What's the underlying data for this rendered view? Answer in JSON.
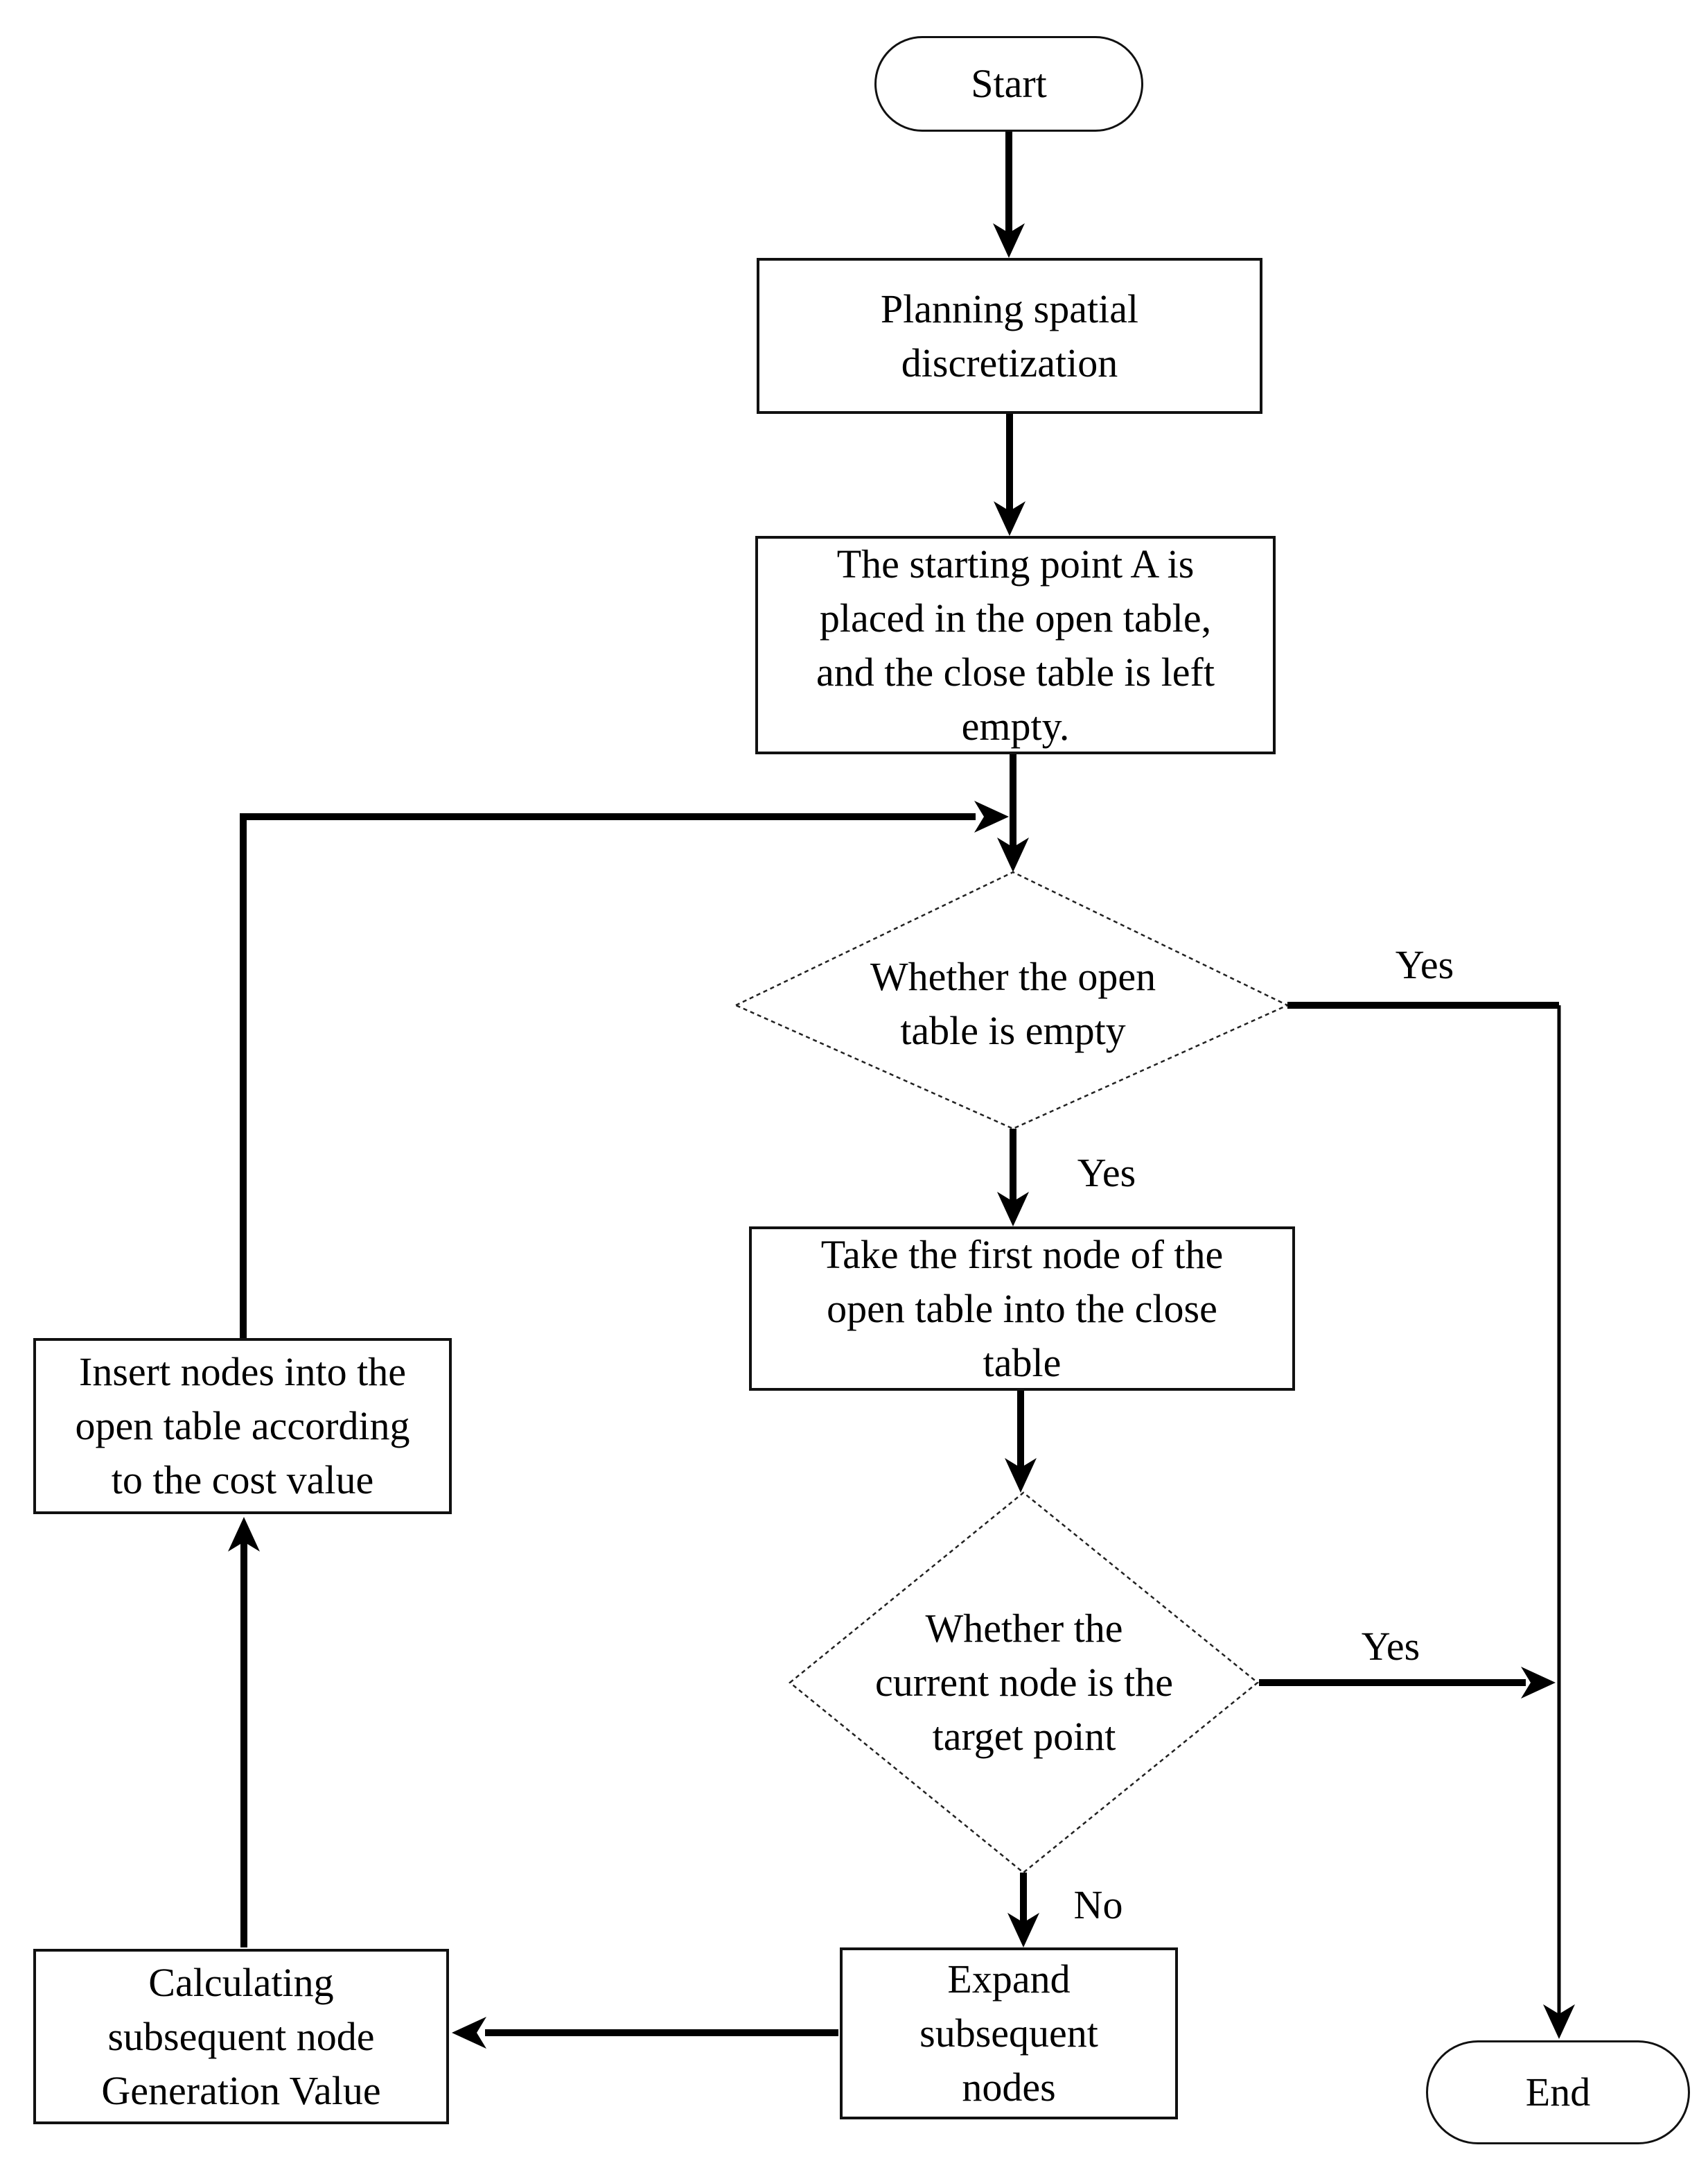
{
  "colors": {
    "background": "#ffffff",
    "line": "#000000",
    "text": "#000000",
    "node_fill": "#ffffff",
    "node_border": "#111111"
  },
  "nodes": {
    "start": {
      "type": "terminator",
      "label": "Start"
    },
    "planning": {
      "type": "process",
      "label": "Planning spatial\ndiscretization"
    },
    "place_start": {
      "type": "process",
      "label": "The starting point A is\nplaced in the open table,\nand the close table is left\nempty."
    },
    "open_table_empty": {
      "type": "decision",
      "label": "Whether the open\ntable is empty"
    },
    "take_first_node": {
      "type": "process",
      "label": "Take the first node of the\nopen table into the close\ntable"
    },
    "current_is_target": {
      "type": "decision",
      "label": "Whether the\ncurrent node is the\ntarget point"
    },
    "expand_nodes": {
      "type": "process",
      "label": "Expand\nsubsequent\nnodes"
    },
    "calc_generation": {
      "type": "process",
      "label": "Calculating\nsubsequent node\nGeneration Value"
    },
    "insert_nodes": {
      "type": "process",
      "label": "Insert nodes into the\nopen table according\nto the cost value"
    },
    "end": {
      "type": "terminator",
      "label": "End"
    }
  },
  "edge_labels": {
    "open_empty_right_yes": "Yes",
    "open_empty_down_yes": "Yes",
    "target_right_yes": "Yes",
    "target_down_no": "No"
  }
}
